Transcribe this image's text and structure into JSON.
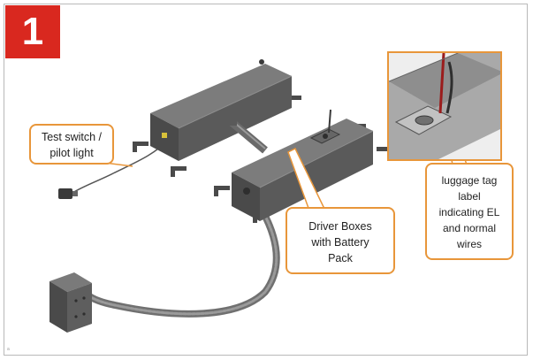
{
  "badge": {
    "number": "1",
    "color": "#d9281f"
  },
  "callouts": {
    "test_switch": {
      "lines": [
        "Test switch /",
        "pilot light"
      ]
    },
    "driver_boxes": {
      "lines": [
        "Driver Boxes",
        "with Battery",
        "Pack"
      ]
    },
    "luggage_tag": {
      "lines": [
        "luggage tag",
        "label",
        "indicating EL",
        "and normal",
        "wires"
      ]
    }
  },
  "footnote": "a",
  "colors": {
    "callout_border": "#e8963a",
    "box_top": "#7c7c7c",
    "box_front": "#5a5a5a",
    "box_side": "#4a4a4a"
  }
}
